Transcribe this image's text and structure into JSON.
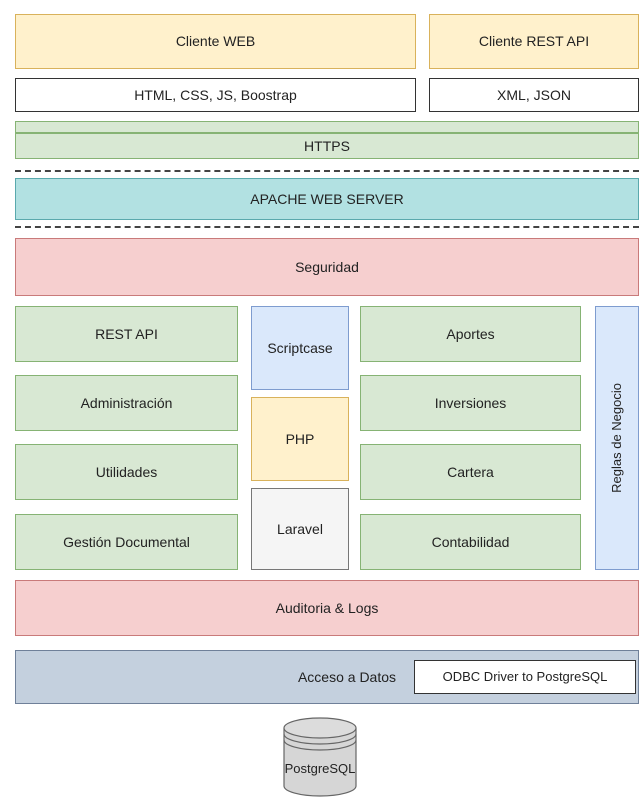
{
  "clients": {
    "web_label": "Cliente WEB",
    "rest_label": "Cliente REST API",
    "web_tech": "HTML, CSS, JS, Boostrap",
    "rest_tech": "XML, JSON"
  },
  "transport": {
    "https": "HTTPS",
    "server": "APACHE WEB SERVER"
  },
  "security": "Seguridad",
  "modules_left": [
    "REST API",
    "Administración",
    "Utilidades",
    "Gestión Documental"
  ],
  "frameworks": [
    "Scriptcase",
    "PHP",
    "Laravel"
  ],
  "modules_right": [
    "Aportes",
    "Inversiones",
    "Cartera",
    "Contabilidad"
  ],
  "business_rules": "Reglas de Negocio",
  "audit": "Auditoria & Logs",
  "data_access": {
    "label": "Acceso a Datos",
    "driver": "ODBC Driver to PostgreSQL"
  },
  "database": "PostgreSQL",
  "colors": {
    "yellow": "#fff1cc",
    "green": "#d8e8d3",
    "cyan": "#b2e1e2",
    "red": "#f6cfcf",
    "blue": "#dae8fb",
    "slate": "#c4d0de"
  }
}
